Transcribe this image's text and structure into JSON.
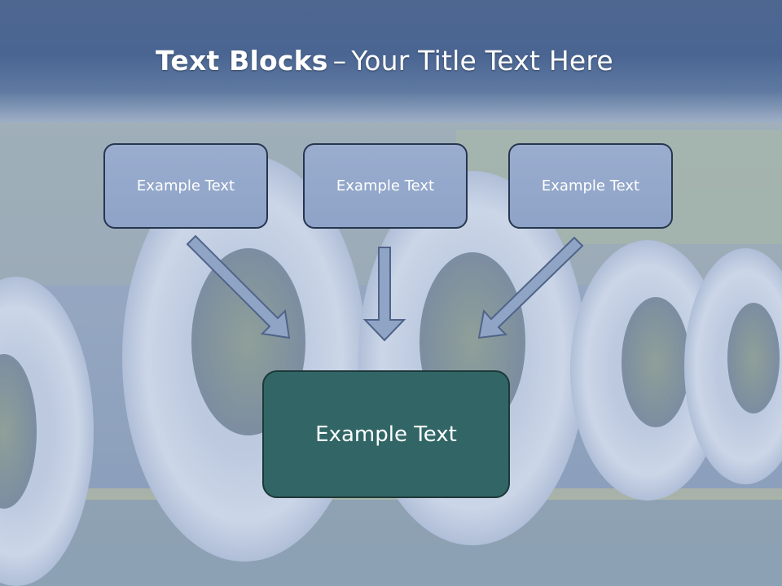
{
  "slide": {
    "title_bold": "Text Blocks",
    "title_separator": "–",
    "title_rest": "Your Title Text Here",
    "top_boxes": [
      {
        "text": "Example Text"
      },
      {
        "text": "Example Text"
      },
      {
        "text": "Example Text"
      }
    ],
    "bottom_box": {
      "text": "Example Text"
    }
  },
  "colors": {
    "title_band": "#4a6592",
    "top_box_fill": "#8ea3c7",
    "bottom_box_fill": "#326666",
    "arrow_fill": "#90a4c6",
    "outline": "#27364f"
  },
  "background": {
    "subject": "steel-coils-photo"
  }
}
